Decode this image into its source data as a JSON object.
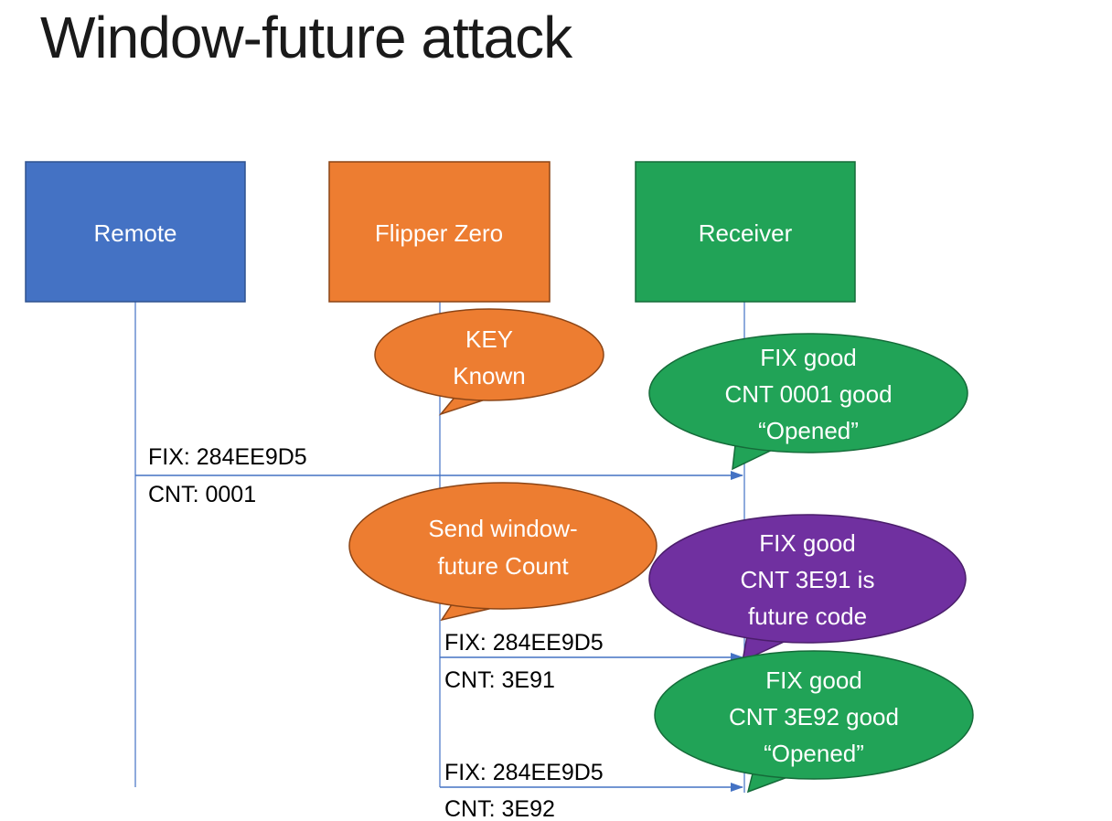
{
  "slide": {
    "title": "Window-future attack"
  },
  "colors": {
    "background": "#ffffff",
    "connector": "#4472C4",
    "title_text": "#1a1a1a",
    "message_text": "#000000",
    "bubble_text": "#ffffff"
  },
  "actors": [
    {
      "label": "Remote",
      "fill": "#4472C4",
      "border": "#2F528F"
    },
    {
      "label": "Flipper Zero",
      "fill": "#ED7D31",
      "border": "#8C4516"
    },
    {
      "label": "Receiver",
      "fill": "#21A357",
      "border": "#156B39"
    }
  ],
  "callouts": [
    {
      "lines": [
        "KEY",
        "Known"
      ],
      "fill": "#ED7D31",
      "border": "#8C4516"
    },
    {
      "lines": [
        "FIX good",
        "CNT 0001 good",
        "“Opened”"
      ],
      "fill": "#21A357",
      "border": "#156B39"
    },
    {
      "lines": [
        "Send window-",
        "future Count"
      ],
      "fill": "#ED7D31",
      "border": "#8C4516"
    },
    {
      "lines": [
        "FIX good",
        "CNT 3E91 is",
        "future code"
      ],
      "fill": "#7030A0",
      "border": "#4B1E6B"
    },
    {
      "lines": [
        "FIX good",
        "CNT 3E92 good",
        "“Opened”"
      ],
      "fill": "#21A357",
      "border": "#156B39"
    }
  ],
  "messages": [
    {
      "fix": "FIX: 284EE9D5",
      "cnt": "CNT: 0001"
    },
    {
      "fix": "FIX: 284EE9D5",
      "cnt": "CNT: 3E91"
    },
    {
      "fix": "FIX: 284EE9D5",
      "cnt": "CNT: 3E92"
    }
  ]
}
